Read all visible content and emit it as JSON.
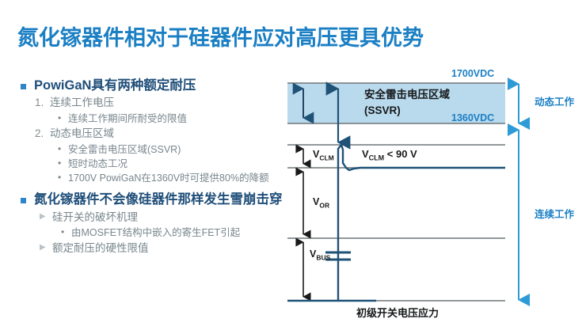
{
  "slide": {
    "title": "氮化镓器件相对于硅器件应对高压更具优势",
    "title_color": "#1b7fc4",
    "background": "#ffffff"
  },
  "content": {
    "bullet1": {
      "text": "PowiGaN具有两种额定耐压",
      "marker": "square-bullet",
      "color": "#1f4e79",
      "items": [
        {
          "number": "1.",
          "text": "连续工作电压",
          "subitems": [
            {
              "marker": "•",
              "text": "连续工作期间所耐受的限值"
            }
          ]
        },
        {
          "number": "2.",
          "text": "动态电压区域",
          "subitems": [
            {
              "marker": "•",
              "text": "安全雷击电压区域(SSVR)"
            },
            {
              "marker": "•",
              "text": "短时动态工况"
            },
            {
              "marker": "•",
              "text": "1700V PowiGaN在1360V时可提供80%的降额"
            }
          ]
        }
      ]
    },
    "bullet2": {
      "text": "氮化镓器件不会像硅器件那样发生雪崩击穿",
      "marker": "square-bullet",
      "color": "#1f4e79",
      "items": [
        {
          "marker": "▶",
          "text": "硅开关的破坏机理",
          "subitems": [
            {
              "marker": "•",
              "text": "由MOSFET结构中嵌入的寄生FET引起"
            }
          ]
        },
        {
          "marker": "▶",
          "text": "额定耐压的硬性限值",
          "subitems": []
        }
      ]
    }
  },
  "diagram": {
    "caption": "初级开关电压应力",
    "ssvr_band": {
      "label_line1": "安全雷击电压区域",
      "label_line2": "(SSVR)",
      "fill": "#b9d9ec",
      "top_label": "1700VDC",
      "bottom_label": "1360VDC"
    },
    "side_labels": [
      {
        "text": "动态工作",
        "color": "#1b7fc4"
      },
      {
        "text": "连续工作",
        "color": "#1b7fc4"
      }
    ],
    "measurements": [
      {
        "name": "V",
        "sub": "CLM"
      },
      {
        "name": "V",
        "sub": "OR"
      },
      {
        "name": "V",
        "sub": "BUS"
      }
    ],
    "annotation": {
      "prefix": "V",
      "sub": "CLM",
      "suffix": " < 90 V"
    },
    "colors": {
      "waveform": "#1f5277",
      "accent": "#2e9bd6",
      "gridline": "#808080"
    }
  }
}
